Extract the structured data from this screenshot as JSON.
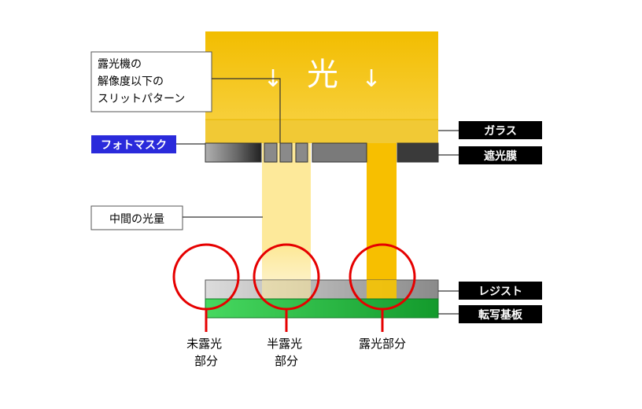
{
  "light": {
    "label": "光",
    "arrow": "↓",
    "color_top": "#f2bd00",
    "color_bottom": "#f7cf3a"
  },
  "labels": {
    "exposure_limit_lines": [
      "露光機の",
      "解像度以下の",
      "スリットパターン"
    ],
    "photomask": "フォトマスク",
    "intermediate_light": "中間の光量"
  },
  "right_labels": {
    "glass": "ガラス",
    "shield_film": "遮光膜",
    "resist": "レジスト",
    "substrate": "転写基板"
  },
  "regions": {
    "unexposed": [
      "未露光",
      "部分"
    ],
    "half_exposed": [
      "半露光",
      "部分"
    ],
    "exposed": [
      "露光部分"
    ]
  },
  "colors": {
    "photomask_bg": "#2a2adb",
    "label_bg": "#000000",
    "circle": "#e60000",
    "substrate": "#2ec94a",
    "full_beam": "#f7bf00",
    "half_beam": "#fde99a"
  }
}
